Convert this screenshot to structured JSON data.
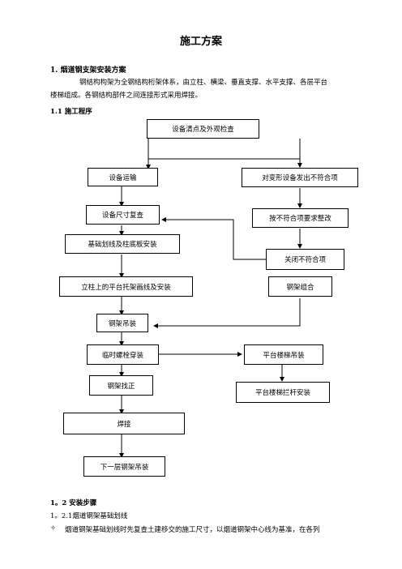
{
  "doc": {
    "title": "施工方案",
    "section1_heading": "1. 烟道钢支架安装方案",
    "intro_line1": "钢结构构架为全钢结构桁架体系，由立柱、横梁、垂直支撑、水平支撑、各层平台",
    "intro_line2": "楼梯组成。各钢结构部件之间连接形式采用焊接。",
    "section11_heading": "1.1 施工程序",
    "section12_heading": "1。2 安装步骤",
    "sub121": "1。2.1烟道钢架基础划线",
    "bullet_symbol": "✧",
    "bullet_text": "烟道钢架基础划线时先复查土建移交的施工尺寸，以烟道钢架中心线为基准，在各列"
  },
  "flow": {
    "b1": "设备清点及外观检查",
    "b2": "设备运输",
    "b3": "对变形设备发出不符合项",
    "b4": "设备尺寸复查",
    "b5": "按不符合项要求整改",
    "b6": "基础划线及柱底板安装",
    "b7": "关闭不符合项",
    "b8": "立柱上的平台托架画线及安装",
    "b9": "钢架组合",
    "b10": "钢架吊装",
    "b11": "临时螺栓穿装",
    "b12": "平台楼梯吊装",
    "b13": "钢架找正",
    "b14": "平台楼梯拦杆安装",
    "b15": "焊接",
    "b16": "下一层钢架吊装"
  }
}
